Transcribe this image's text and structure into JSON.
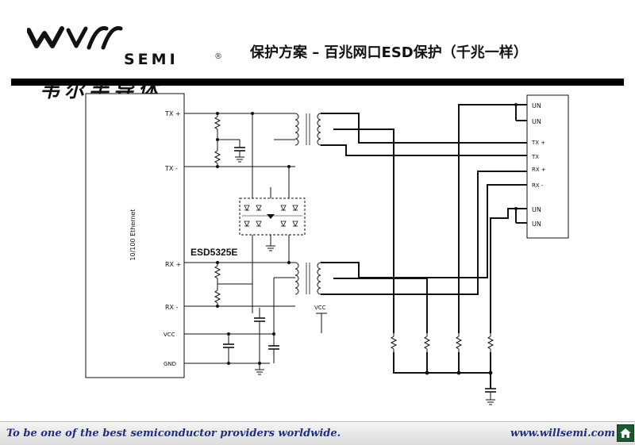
{
  "brand": {
    "wordmark": "SEMI",
    "registered_mark": "®",
    "chinese_name": "韦尔半导体"
  },
  "title": "保护方案 – 百兆网口ESD保护（千兆一样）",
  "footer": {
    "slogan": "To be one of the best semiconductor providers worldwide.",
    "website": "www.willsemi.com"
  },
  "schematic": {
    "phy_block_label": "10/100 Ethernet",
    "phy_pins": {
      "tx_plus": "TX +",
      "tx_minus": "TX -",
      "rx_plus": "RX +",
      "rx_minus": "RX -",
      "vcc": "VCC",
      "gnd": "GND"
    },
    "esd_part": "ESD5325E",
    "vcc_label": "VCC",
    "connector_pins": {
      "un1": "UN",
      "un2": "UN",
      "tx_plus": "TX +",
      "tx": "TX",
      "rx_plus": "RX +",
      "rx_minus": "RX -",
      "un3": "UN",
      "un4": "UN"
    }
  },
  "colors": {
    "header_rule": "#000000",
    "footer_text": "#1d2f8a",
    "home_button": "#1a5a2e"
  },
  "icons": {
    "home": "home-icon",
    "logo_mark": "willsemi-logo-icon"
  }
}
